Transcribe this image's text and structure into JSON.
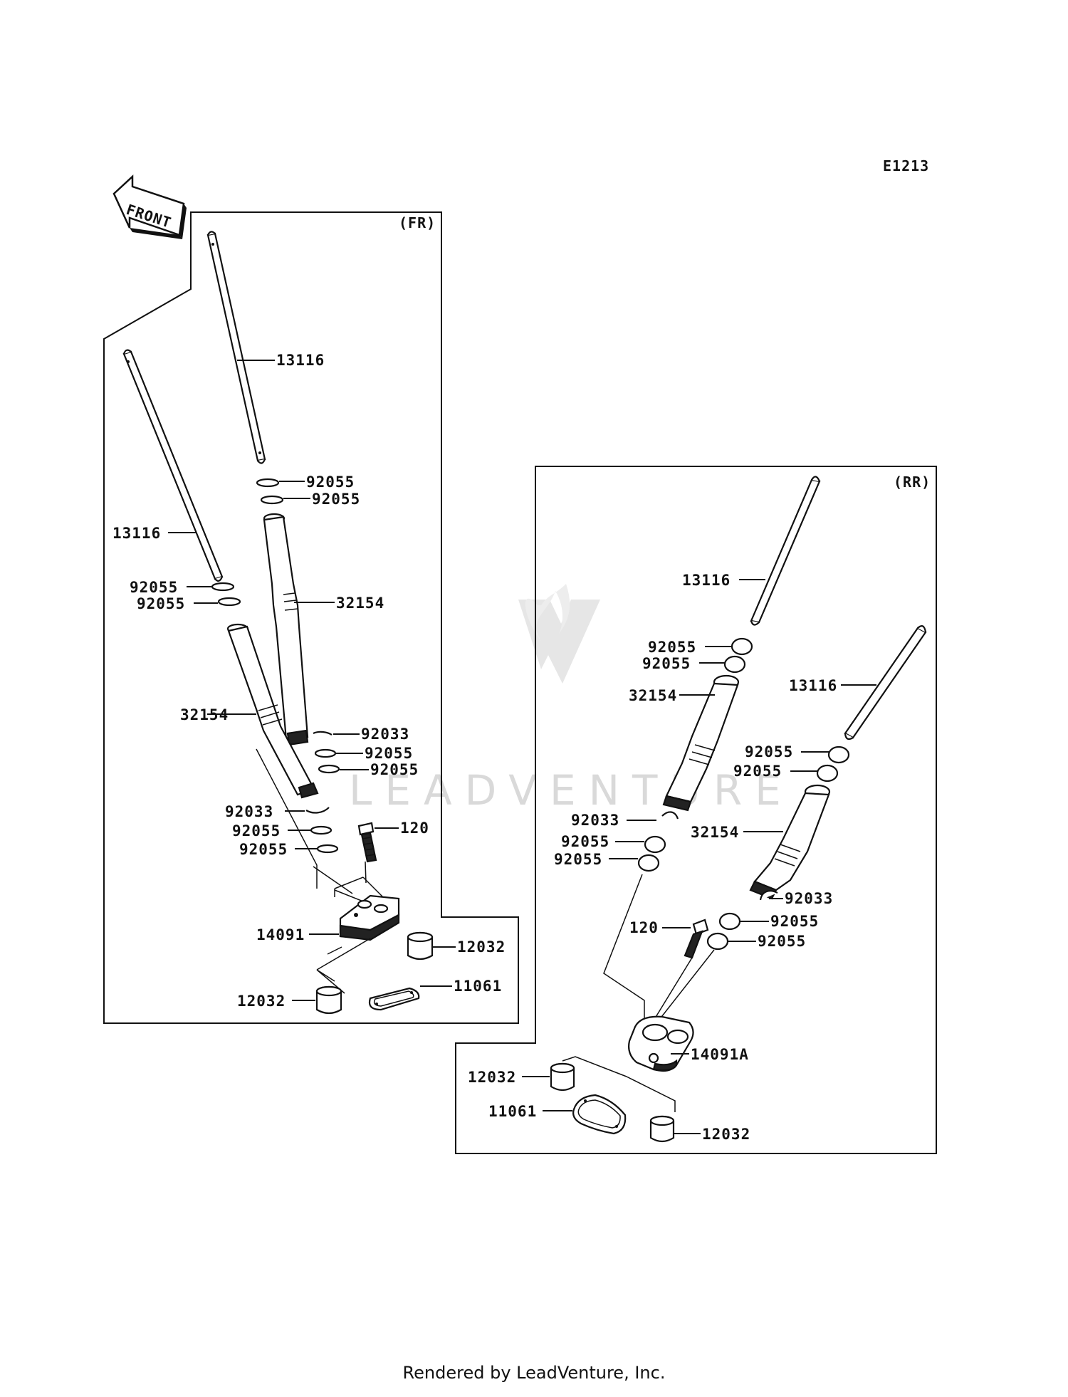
{
  "diagram_id": "E1213",
  "front_label": "FRONT",
  "sections": {
    "front": {
      "header": "(FR)",
      "labels": {
        "rod_upper": "13116",
        "rod_lower": "13116",
        "oring_1": "92055",
        "oring_2": "92055",
        "oring_3": "92055",
        "oring_4": "92055",
        "tube_upper": "32154",
        "tube_lower": "32154",
        "clip_1": "92033",
        "oring_5": "92055",
        "oring_6": "92055",
        "clip_2": "92033",
        "oring_7": "92055",
        "oring_8": "92055",
        "bolt": "120",
        "cover": "14091",
        "dowel_1": "12032",
        "dowel_2": "12032",
        "gasket": "11061"
      }
    },
    "rear": {
      "header": "(RR)",
      "labels": {
        "rod_1": "13116",
        "rod_2": "13116",
        "oring_1": "92055",
        "oring_2": "92055",
        "tube_1": "32154",
        "oring_3": "92055",
        "oring_4": "92055",
        "clip_1": "92033",
        "oring_5": "92055",
        "oring_6": "92055",
        "tube_2": "32154",
        "clip_2": "92033",
        "oring_7": "92055",
        "oring_8": "92055",
        "bolt": "120",
        "cover": "14091A",
        "dowel_1": "12032",
        "gasket": "11061",
        "dowel_2": "12032"
      }
    }
  },
  "watermark": "LEADVENTURE",
  "footer": "Rendered by LeadVenture, Inc."
}
